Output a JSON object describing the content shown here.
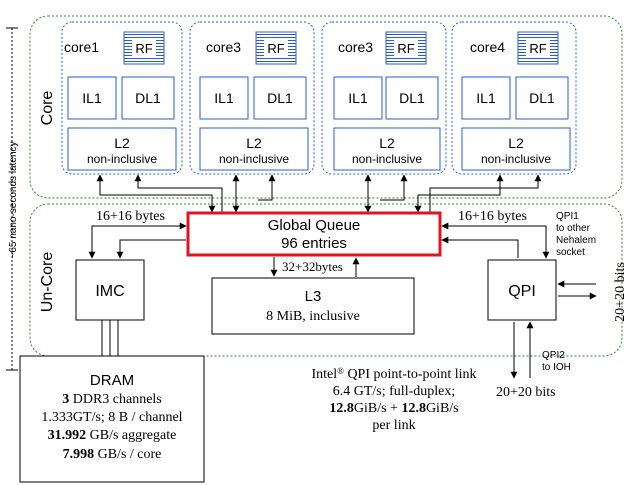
{
  "latency_label": "~65 nano-seconds latency",
  "core_region": {
    "label": "Core",
    "cores": [
      {
        "name": "core1",
        "rf": "RF",
        "il1": "IL1",
        "dl1": "DL1",
        "l2": "L2",
        "l2_sub": "non-inclusive"
      },
      {
        "name": "core3",
        "rf": "RF",
        "il1": "IL1",
        "dl1": "DL1",
        "l2": "L2",
        "l2_sub": "non-inclusive"
      },
      {
        "name": "core3",
        "rf": "RF",
        "il1": "IL1",
        "dl1": "DL1",
        "l2": "L2",
        "l2_sub": "non-inclusive"
      },
      {
        "name": "core4",
        "rf": "RF",
        "il1": "IL1",
        "dl1": "DL1",
        "l2": "L2",
        "l2_sub": "non-inclusive"
      }
    ]
  },
  "uncore_region": {
    "label": "Un-Core",
    "global_queue": {
      "title": "Global Queue",
      "entries": "96 entries"
    },
    "bw_left": "16+16 bytes",
    "bw_right": "16+16 bytes",
    "bw_l3": "32+32bytes",
    "l3": {
      "title": "L3",
      "sub": "8 MiB, inclusive"
    },
    "imc": "IMC",
    "qpi": "QPI",
    "qpi1": {
      "line1": "QPI1",
      "line2": "to other",
      "line3": "Nehalem",
      "line4": "socket"
    },
    "qpi2": {
      "line1": "QPI2",
      "line2": "to IOH"
    },
    "bits_right": "20+20 bits",
    "bits_bottom": "20+20 bits"
  },
  "dram": {
    "title": "DRAM",
    "line1_bold": "3",
    "line1_rest": " DDR3 channels",
    "line2": "1.333GT/s; 8 B / channel",
    "line3_bold": "31.992",
    "line3_rest": " GB/s aggregate",
    "line4_bold": "7.998",
    "line4_rest": " GB/s / core"
  },
  "qpi_note": {
    "line1_a": "Intel",
    "line1_reg": "®",
    "line1_b": " QPI point-to-point link",
    "line2": "6.4 GT/s; full-duplex;",
    "line3_bold1": "12.8",
    "line3_mid": "GiB/s + ",
    "line3_bold2": "12.8",
    "line3_end": "GiB/s",
    "line4": "per link"
  },
  "colors": {
    "region_border": "#2e8b2e",
    "core_border": "#2a5bd7",
    "block_border": "#2a5bd7",
    "gq_border": "#e0141e",
    "black": "#000000"
  }
}
